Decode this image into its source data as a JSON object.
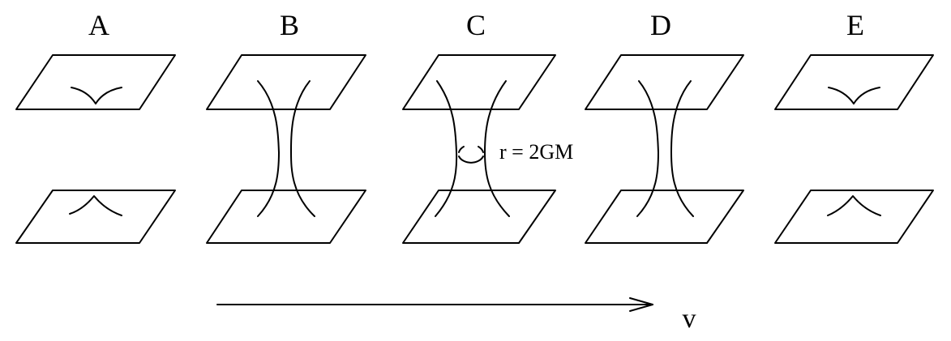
{
  "panels": [
    {
      "id": "A",
      "label": "A",
      "throat": "none"
    },
    {
      "id": "B",
      "label": "B",
      "throat": "forming"
    },
    {
      "id": "C",
      "label": "C",
      "throat": "maximal"
    },
    {
      "id": "D",
      "label": "D",
      "throat": "pinching"
    },
    {
      "id": "E",
      "label": "E",
      "throat": "none"
    }
  ],
  "annotation": {
    "text": "r = 2GM"
  },
  "axis": {
    "label": "v"
  }
}
